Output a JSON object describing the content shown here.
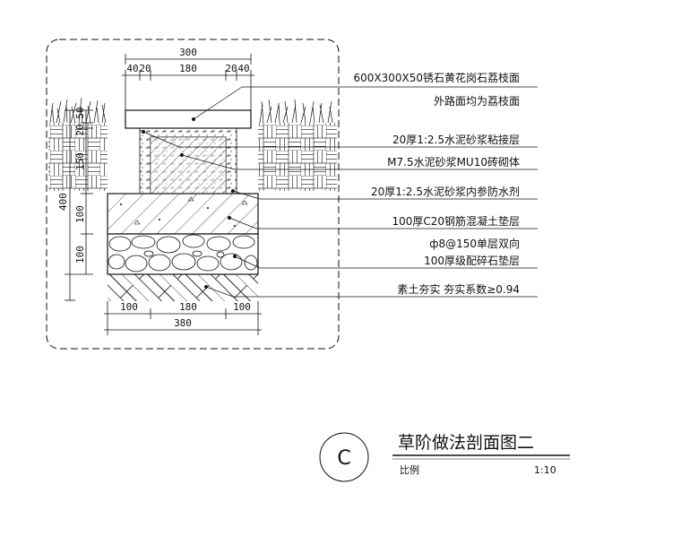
{
  "dimensions": {
    "top_total": "300",
    "top_segments": [
      "40",
      "20",
      "180",
      "20",
      "40"
    ],
    "bottom_segments": [
      "100",
      "180",
      "100"
    ],
    "bottom_total": "380",
    "left_total": "400",
    "left_segments": [
      "20",
      "50",
      "150",
      "100",
      "100"
    ]
  },
  "annotations": [
    "600X300X50锈石黄花岗石荔枝面",
    "外路面均为荔枝面",
    "20厚1:2.5水泥砂浆粘接层",
    "M7.5水泥砂浆MU10砖砌体",
    "20厚1:2.5水泥砂浆内参防水剂",
    "100厚C20钢筋混凝土垫层",
    "ф8@150单层双向",
    "100厚级配碎石垫层",
    "素土夯实  夯实系数≥0.94"
  ],
  "title_block": {
    "symbol": "C",
    "title": "草阶做法剖面图二",
    "scale_label": "比例",
    "scale_value": "1:10"
  },
  "colors": {
    "line": "#111111",
    "background": "#ffffff"
  }
}
